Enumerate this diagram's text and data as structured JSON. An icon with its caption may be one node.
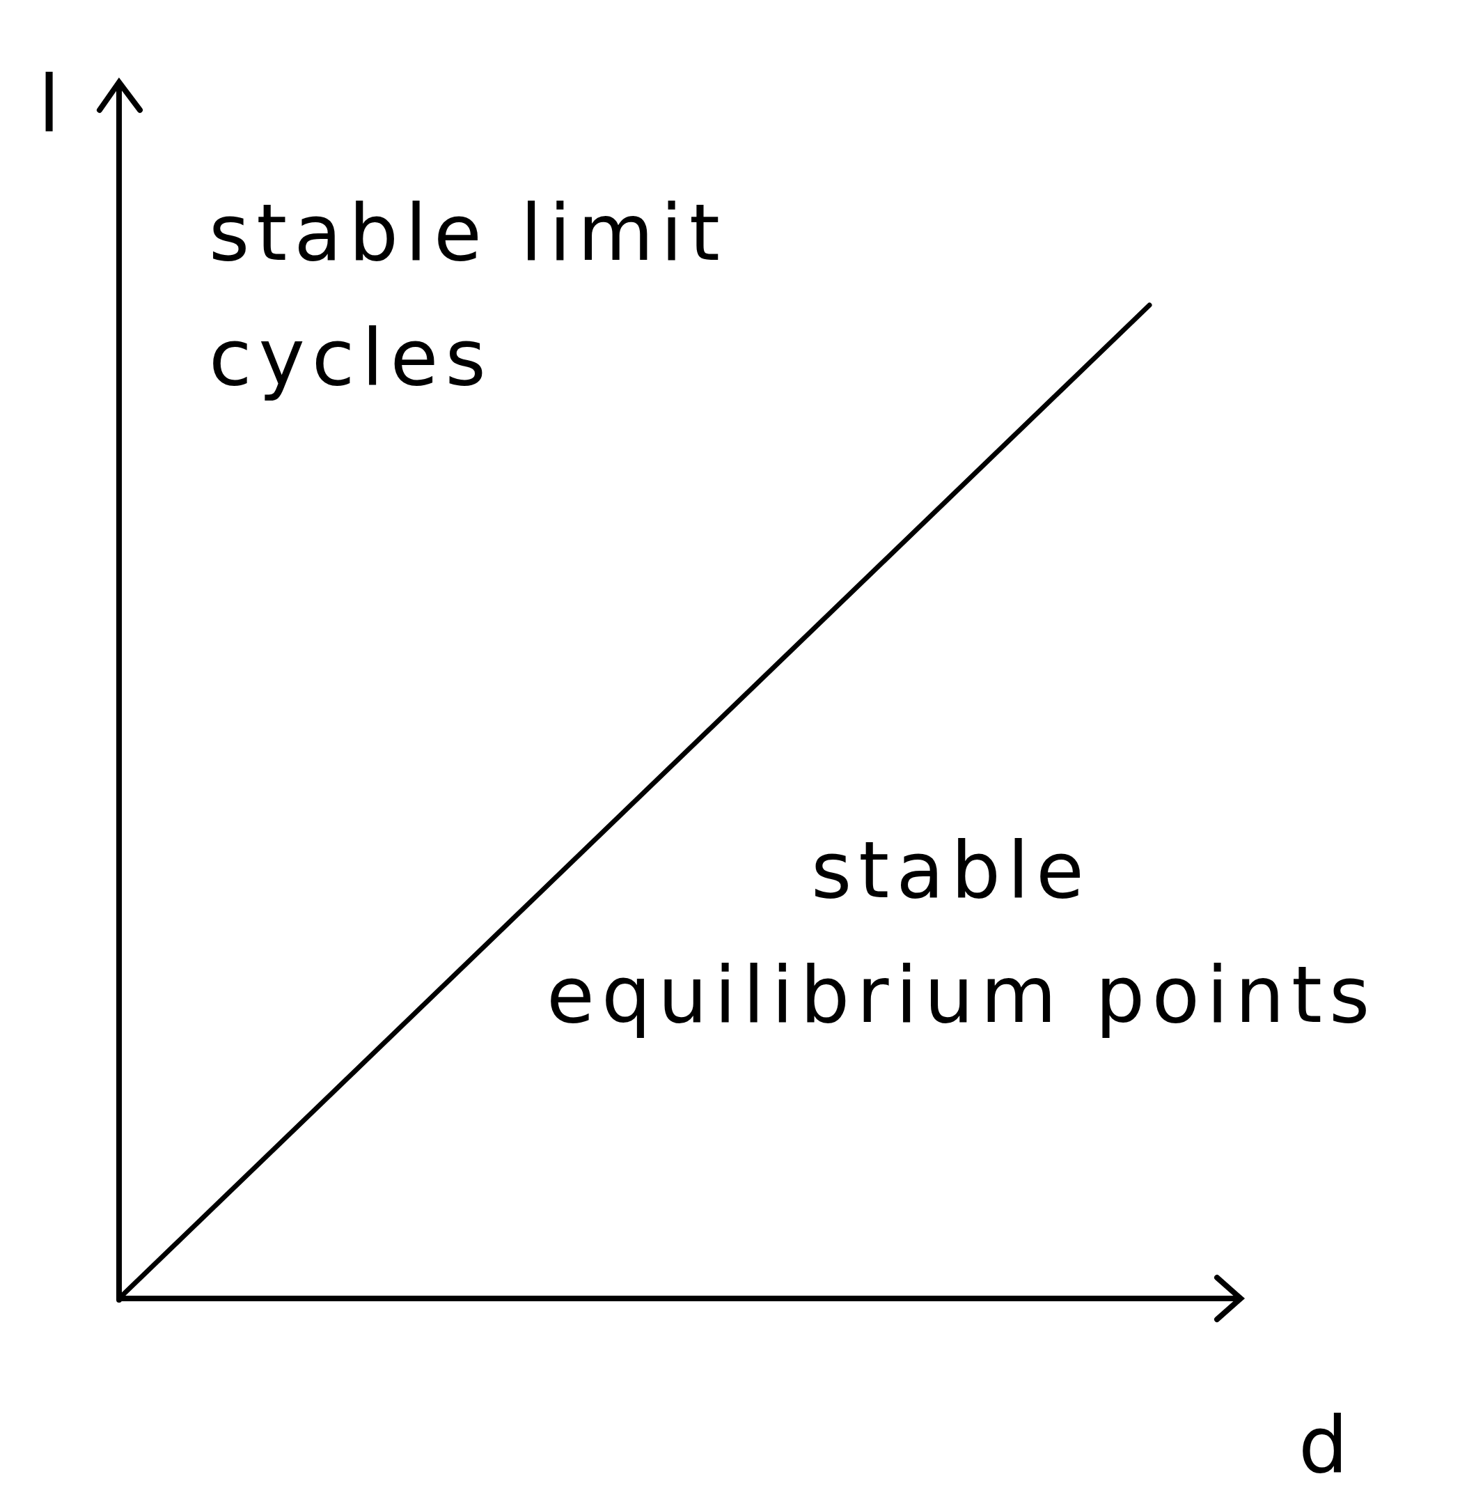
{
  "diagram": {
    "labels": [
      "l",
      "stable limit cycles",
      "stable equilibrium points",
      "d"
    ]
  }
}
